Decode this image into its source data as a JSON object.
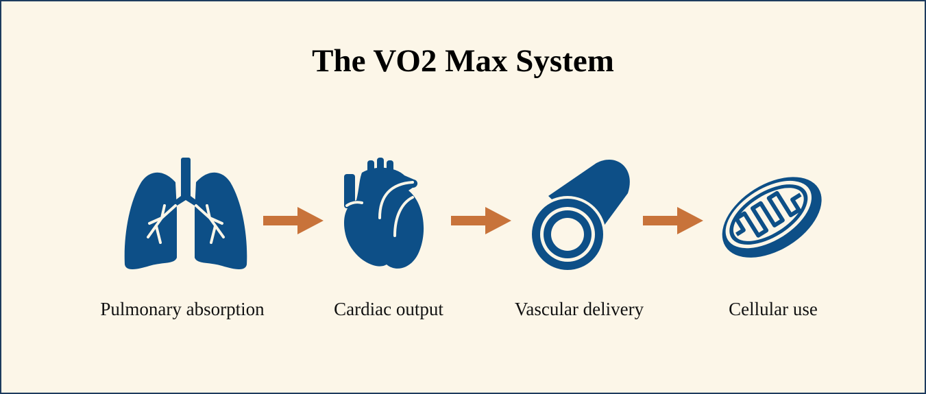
{
  "title": "The VO2 Max System",
  "colors": {
    "background": "#fcf6e8",
    "icon": "#0d4f87",
    "arrow": "#c8733a",
    "border": "#1d3b5e"
  },
  "steps": [
    {
      "icon": "lungs-icon",
      "label": "Pulmonary absorption"
    },
    {
      "icon": "heart-icon",
      "label": "Cardiac output"
    },
    {
      "icon": "blood-vessel-icon",
      "label": "Vascular delivery"
    },
    {
      "icon": "mitochondrion-icon",
      "label": "Cellular use"
    }
  ]
}
